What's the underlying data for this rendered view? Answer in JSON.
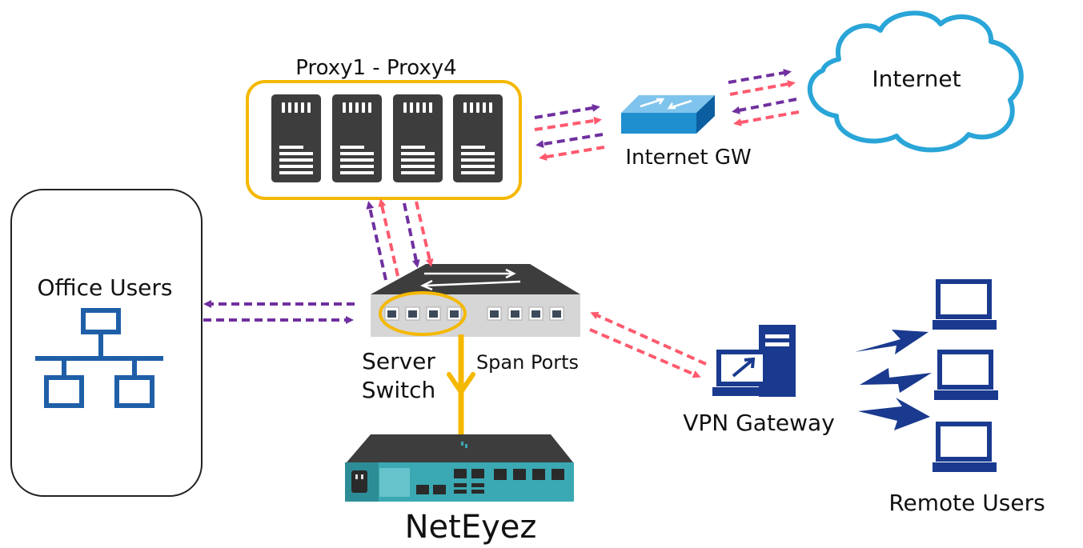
{
  "labels": {
    "proxies": "Proxy1 - Proxy4",
    "internet_gw": "Internet GW",
    "internet": "Internet",
    "office_users": "Office Users",
    "server_switch_line1": "Server",
    "server_switch_line2": "Switch",
    "span_ports": "Span Ports",
    "vpn_gateway": "VPN Gateway",
    "remote_users": "Remote Users",
    "neteyez": "NetEyez"
  },
  "colors": {
    "purple": "#7030a0",
    "red": "#ff5a6e",
    "gold": "#f5b800",
    "navy": "#1a3a8f",
    "office_blue": "#1f5fa8",
    "cloud_blue": "#2aa5d8",
    "gw_blue": "#1f8fd0",
    "server_dark": "#3d3d3d",
    "appliance_teal": "#3aa9b3"
  },
  "icons": [
    "server-icon",
    "router-icon",
    "cloud-icon",
    "network-topology-icon",
    "switch-icon",
    "vpn-server-icon",
    "laptop-icon",
    "wireless-lightning-icon",
    "appliance-icon"
  ]
}
